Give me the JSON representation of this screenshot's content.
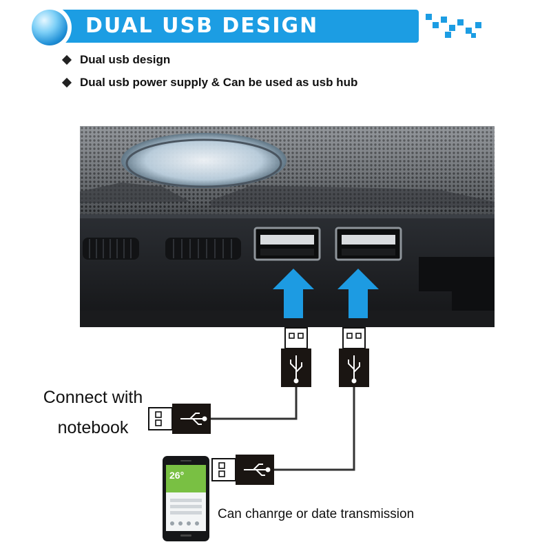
{
  "header": {
    "title": "DUAL USB DESIGN"
  },
  "bullets": [
    "Dual usb design",
    "Dual usb power supply & Can be used as usb hub"
  ],
  "captions": {
    "connect_line1": "Connect with",
    "connect_line2": "notebook",
    "phone_caption": "Can chanrge or date transmission"
  },
  "phone": {
    "temperature": "26°"
  },
  "colors": {
    "banner_blue": "#1c9de3",
    "arrow_blue": "#1d9be2",
    "cooler_body": "#202226"
  },
  "icons": [
    "usb-symbol-icon",
    "upload-arrow-icon",
    "bullet-diamond-icon",
    "globe-orb-icon"
  ]
}
